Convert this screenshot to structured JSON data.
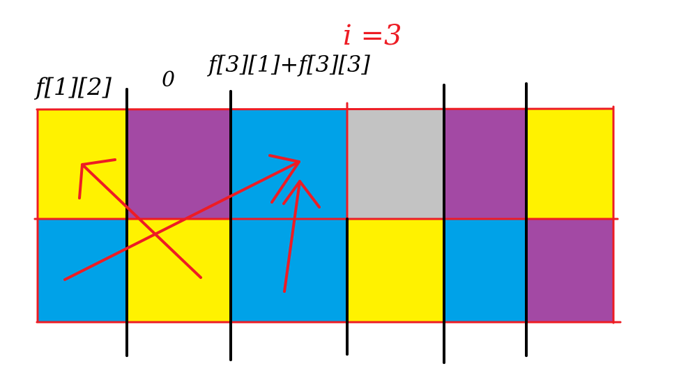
{
  "labels": {
    "top_index": "i =3",
    "col1_label": "f[1][2]",
    "col2_label": "0",
    "col3_label": "f[3][1]+f[3][3]"
  },
  "colors": {
    "yellow": "#FFF200",
    "purple": "#A349A4",
    "blue": "#00A2E8",
    "gray": "#C3C3C3",
    "red": "#ED1C24",
    "black": "#000000"
  },
  "grid": {
    "rows": [
      [
        "yellow",
        "purple",
        "blue",
        "gray",
        "purple",
        "yellow"
      ],
      [
        "blue",
        "yellow",
        "blue",
        "yellow",
        "blue",
        "purple"
      ]
    ]
  }
}
